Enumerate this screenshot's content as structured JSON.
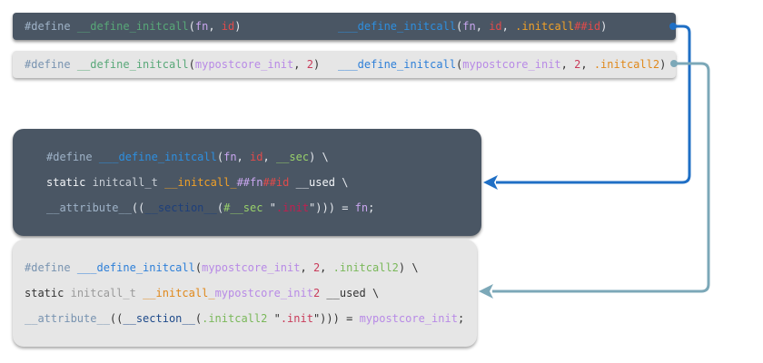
{
  "colors": {
    "arrow_top": "#1f6fc5",
    "arrow_bottom": "#7ca8b8"
  },
  "top_bar": {
    "left": [
      "#define",
      "__define_initcall",
      "(",
      "fn",
      ",",
      "id",
      ")"
    ],
    "right": [
      "___define_initcall",
      "(",
      "fn",
      ",",
      "id",
      ",",
      ".initcall",
      "##id",
      ")"
    ]
  },
  "second_bar": {
    "left": [
      "#define",
      "__define_initcall",
      "(",
      "mypostcore_init",
      ",",
      "2",
      ")"
    ],
    "right": [
      "___define_initcall",
      "(",
      "mypostcore_init",
      ",",
      "2",
      ",",
      ".initcall2",
      ")"
    ]
  },
  "dark_box": {
    "line1": [
      "#define",
      "___define_initcall",
      "(",
      "fn",
      ",",
      "id",
      ",",
      "__sec",
      ")",
      "\\"
    ],
    "line2": [
      "static",
      "initcall_t",
      "__initcall_",
      "##fn",
      "##id",
      "__used",
      "\\"
    ],
    "line3": [
      "__attribute__",
      "((",
      "__section__",
      "(",
      "#__sec",
      "\"",
      ".init",
      "\"",
      ")))",
      "=",
      "fn",
      ";"
    ]
  },
  "light_box": {
    "line1": [
      "#define",
      "___define_initcall",
      "(",
      "mypostcore_init",
      ",",
      "2",
      ",",
      ".initcall2",
      ")",
      "\\"
    ],
    "line2": [
      "static",
      "initcall_t",
      "__initcall_",
      "mypostcore_init",
      "2",
      "__used",
      "\\"
    ],
    "line3": [
      "__attribute__",
      "((",
      "__section__",
      "(",
      ".initcall2",
      "\"",
      ".init",
      "\"",
      ")))",
      "=",
      "mypostcore_init",
      ";"
    ]
  }
}
